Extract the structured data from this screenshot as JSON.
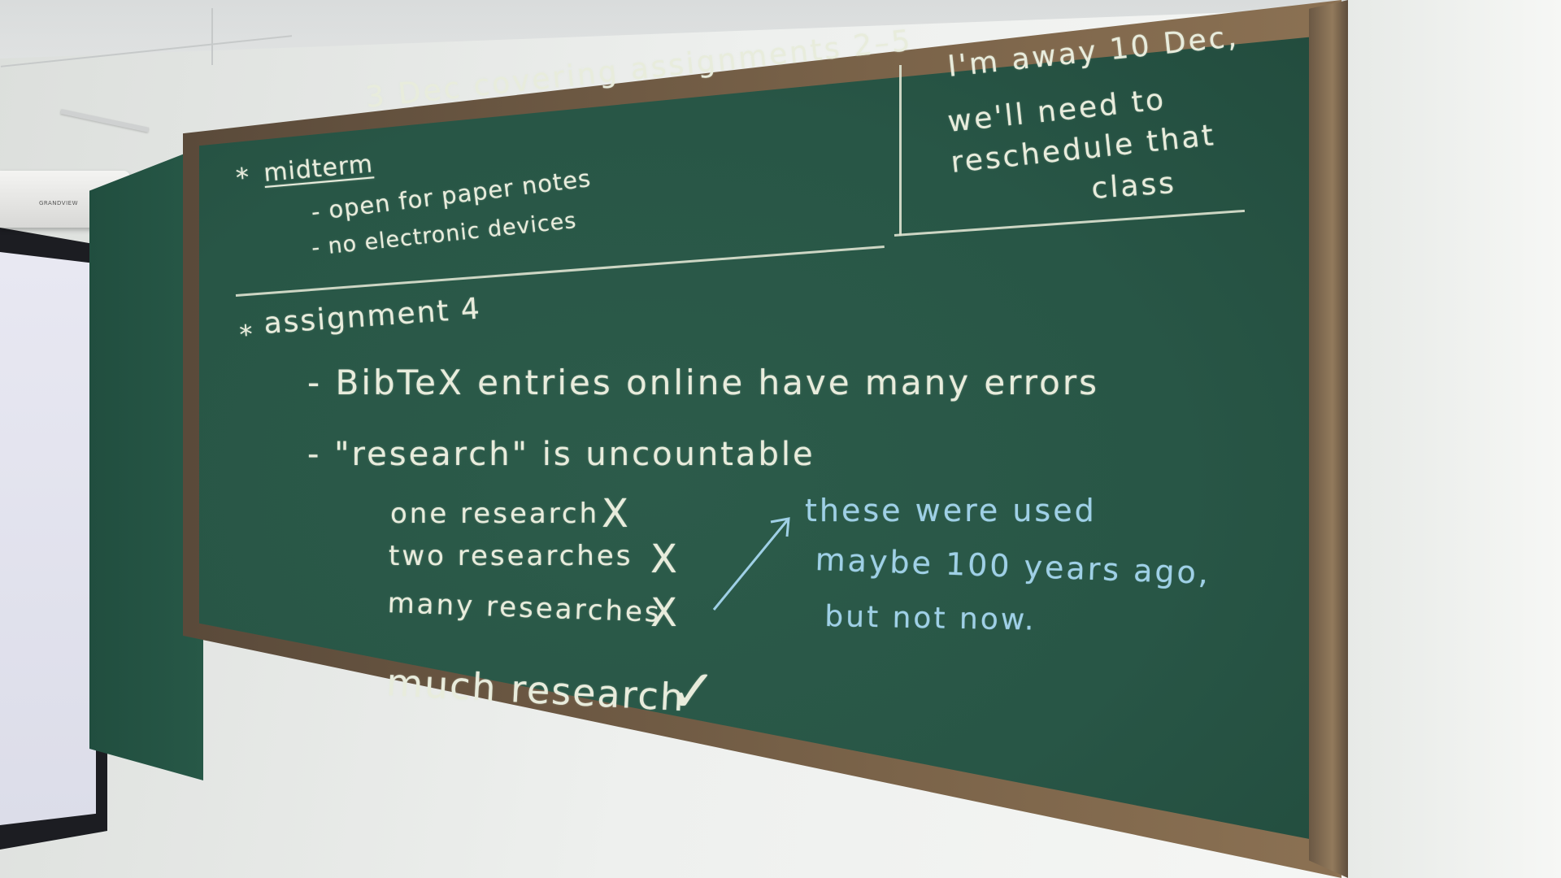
{
  "projector": {
    "brand": "GRANDVIEW"
  },
  "board": {
    "midterm": {
      "bullet": "*",
      "label": "midterm",
      "heading": "3 Dec covering assignments 2–5",
      "notes": [
        "- open for paper notes",
        "- no electronic devices"
      ]
    },
    "away_note": {
      "lines": [
        "I'm away 10 Dec,",
        "we'll need to",
        "reschedule that",
        "class"
      ]
    },
    "assignment": {
      "bullet": "*",
      "heading": "assignment 4",
      "points": [
        "- BibTeX entries online have many errors",
        "- \"research\" is uncountable"
      ],
      "examples": [
        {
          "text": "one research",
          "mark": "X"
        },
        {
          "text": "two researches",
          "mark": "X"
        },
        {
          "text": "many researches",
          "mark": "X"
        }
      ],
      "correct": {
        "text": "much research",
        "mark": "✓"
      },
      "side_note": [
        "these were used",
        "maybe 100 years ago,",
        "but not now."
      ]
    }
  },
  "colors": {
    "board": "#285646",
    "chalk": "#e8ecdc",
    "blue_chalk": "#9fd0e6",
    "frame": "#7a6349"
  }
}
